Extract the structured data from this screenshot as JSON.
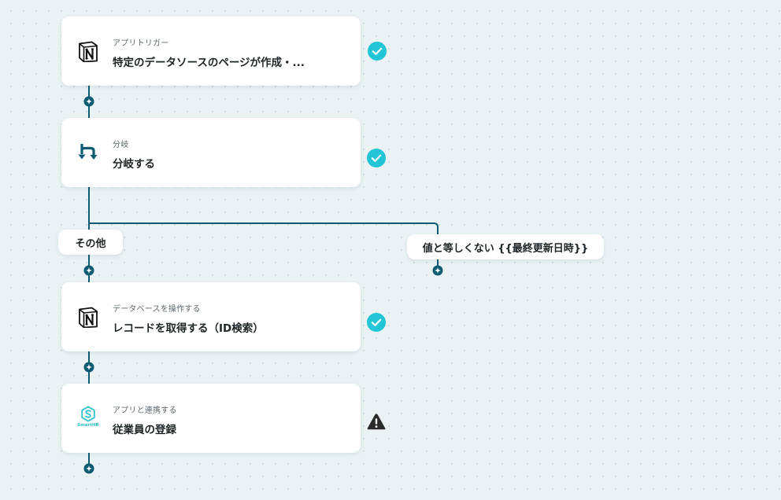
{
  "flow": {
    "steps": [
      {
        "id": "trigger",
        "icon": "notion-icon",
        "label": "アプリトリガー",
        "title": "特定のデータソースのページが作成・...",
        "status": "complete"
      },
      {
        "id": "branch",
        "icon": "branch-icon",
        "label": "分岐",
        "title": "分岐する",
        "status": "complete"
      },
      {
        "id": "get-record",
        "icon": "notion-icon",
        "label": "データベースを操作する",
        "title": "レコードを取得する（ID検索）",
        "status": "complete"
      },
      {
        "id": "register-employee",
        "icon": "smarthr-icon",
        "icon_text": "SmartHR",
        "label": "アプリと連携する",
        "title": "従業員の登録",
        "status": "warning"
      }
    ],
    "branches": {
      "default_label": "その他",
      "condition_label": "値と等しくない {{最終更新日時}}"
    }
  },
  "colors": {
    "line": "#0d5b73",
    "check": "#21c5d6",
    "warning": "#2a2a2a",
    "branch_icon": "#0d5b73",
    "smarthr": "#27c1c9",
    "background": "#eaf2f4"
  }
}
